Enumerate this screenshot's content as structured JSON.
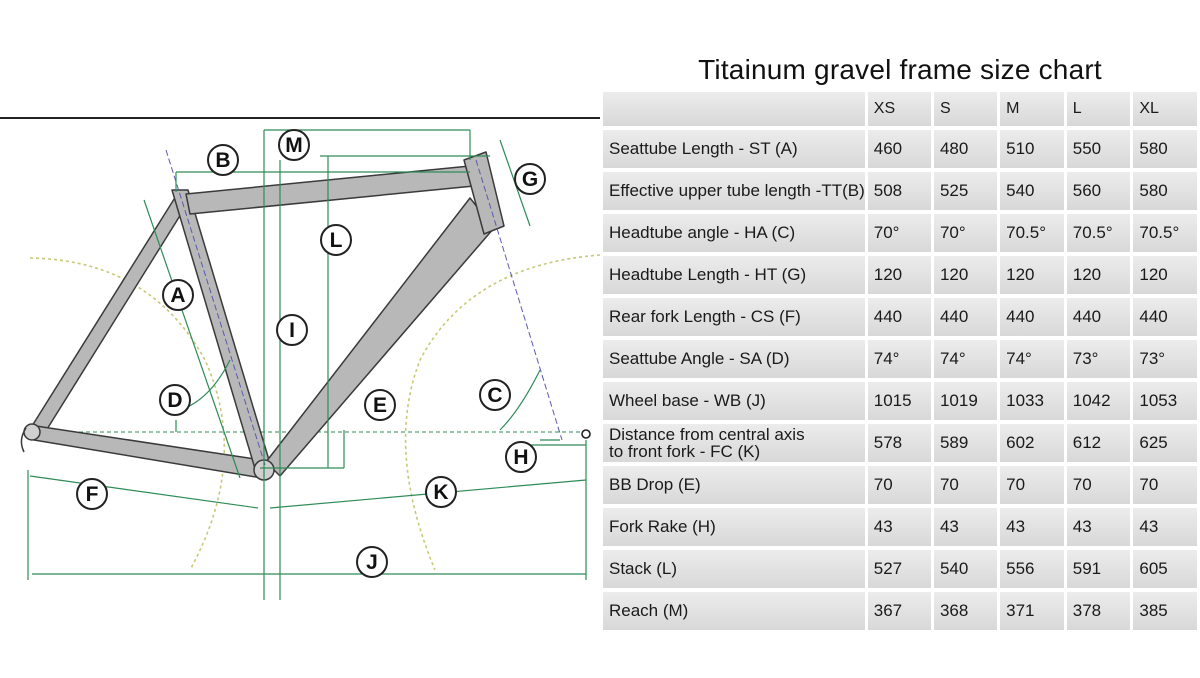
{
  "title": "Titainum gravel frame size chart",
  "sizes": [
    "XS",
    "S",
    "M",
    "L",
    "XL"
  ],
  "rows": [
    {
      "label": "Seattube Length  - ST  (A)",
      "values": [
        "460",
        "480",
        "510",
        "550",
        "580"
      ]
    },
    {
      "label": "Effective upper tube length -TT(B)",
      "values": [
        "508",
        "525",
        "540",
        "560",
        "580"
      ]
    },
    {
      "label": "Headtube angle - HA (C)",
      "values": [
        "70°",
        "70°",
        "70.5°",
        "70.5°",
        "70.5°"
      ]
    },
    {
      "label": "Headtube Length - HT (G)",
      "values": [
        "120",
        "120",
        "120",
        "120",
        "120"
      ]
    },
    {
      "label": "Rear fork Length - CS (F)",
      "values": [
        "440",
        "440",
        "440",
        "440",
        "440"
      ]
    },
    {
      "label": "Seattube Angle - SA (D)",
      "values": [
        "74°",
        "74°",
        "74°",
        "73°",
        "73°"
      ]
    },
    {
      "label": "Wheel base - WB (J)",
      "values": [
        "1015",
        "1019",
        "1033",
        "1042",
        "1053"
      ]
    },
    {
      "label": "Distance from central axis to front fork - FC (K)",
      "label_line1": "Distance from central axis",
      "label_line2": "to front fork - FC (K)",
      "values": [
        "578",
        "589",
        "602",
        "612",
        "625"
      ]
    },
    {
      "label": "BB Drop  (E)",
      "values": [
        "70",
        "70",
        "70",
        "70",
        "70"
      ]
    },
    {
      "label": "Fork Rake (H)",
      "values": [
        "43",
        "43",
        "43",
        "43",
        "43"
      ]
    },
    {
      "label": "Stack (L)",
      "values": [
        "527",
        "540",
        "556",
        "591",
        "605"
      ]
    },
    {
      "label": "Reach (M)",
      "values": [
        "367",
        "368",
        "371",
        "378",
        "385"
      ]
    }
  ],
  "diagram": {
    "labels": [
      "A",
      "B",
      "C",
      "D",
      "E",
      "F",
      "G",
      "H",
      "I",
      "J",
      "K",
      "L",
      "M"
    ],
    "colors": {
      "tube": "#b5b5b5",
      "tube_edge": "#3a3a3a",
      "dimension": "#2e8b57",
      "axis": "#5a5ab0",
      "wheel_arc": "#c8c878"
    }
  }
}
